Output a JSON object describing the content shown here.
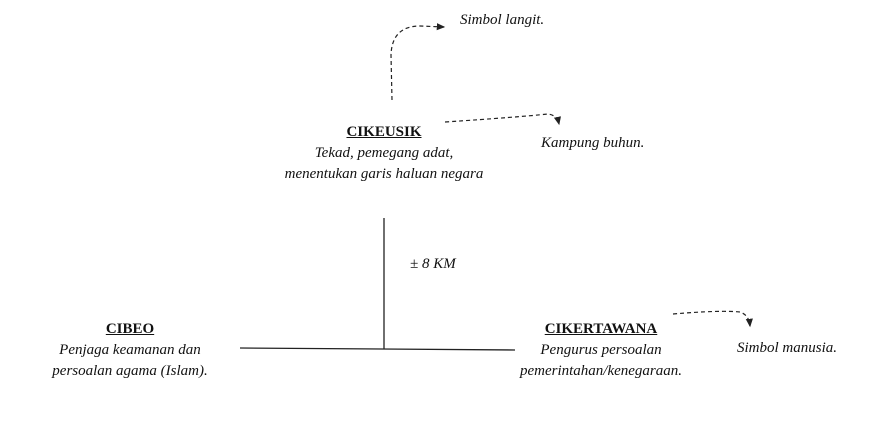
{
  "nodes": {
    "cikeusik": {
      "title": "CIKEUSIK",
      "desc": [
        "Tekad, pemegang adat,",
        "menentukan garis haluan negara"
      ]
    },
    "cibeo": {
      "title": "CIBEO",
      "desc": [
        "Penjaga keamanan dan",
        "persoalan agama (Islam)."
      ]
    },
    "cikertawana": {
      "title": "CIKERTAWANA",
      "desc": [
        "Pengurus persoalan",
        "pemerintahan/kenegaraan."
      ]
    }
  },
  "annotations": {
    "langit": "Simbol langit.",
    "buhun": "Kampung buhun.",
    "manusia": "Simbol manusia.",
    "distance": "± 8 KM"
  }
}
